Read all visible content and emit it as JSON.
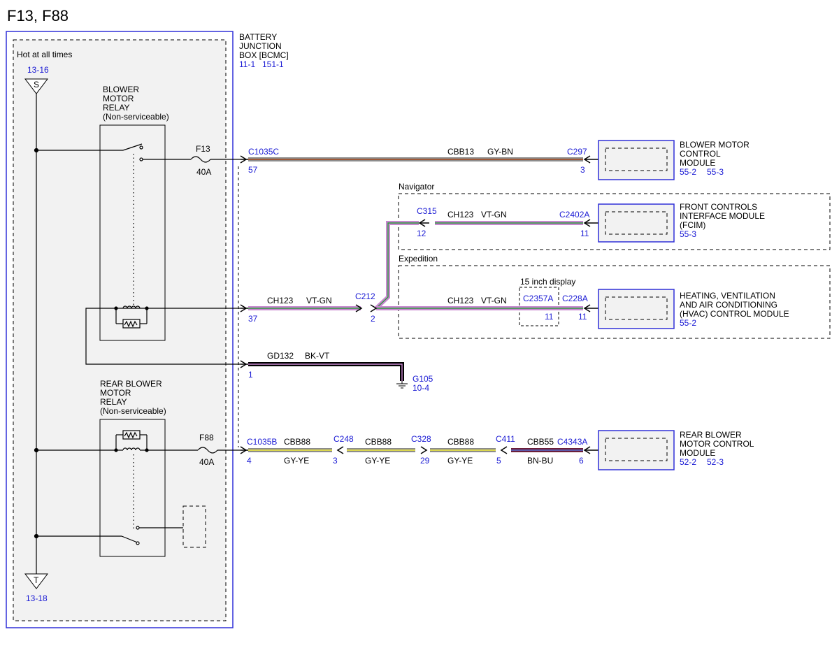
{
  "title": "F13, F88",
  "bjb": {
    "name_lines": [
      "BATTERY",
      "JUNCTION",
      "BOX [BCMC]"
    ],
    "refs": [
      "11-1",
      "151-1"
    ],
    "hot_label": "Hot at all times",
    "s_ref": "13-16",
    "s_symbol": "S",
    "t_ref": "13-18",
    "t_symbol": "T"
  },
  "blower_relay": {
    "lines": [
      "BLOWER",
      "MOTOR",
      "RELAY",
      "(Non-serviceable)"
    ]
  },
  "rear_relay": {
    "lines": [
      "REAR BLOWER",
      "MOTOR",
      "RELAY",
      "(Non-serviceable)"
    ]
  },
  "fuses": [
    {
      "name": "F13",
      "rating": "40A"
    },
    {
      "name": "F88",
      "rating": "40A"
    }
  ],
  "groups": {
    "navigator": "Navigator",
    "expedition": "Expedition",
    "display": "15 inch display"
  },
  "connectors": {
    "c1035c": {
      "name": "C1035C",
      "pin": "57"
    },
    "c297": {
      "name": "C297",
      "pin": "3"
    },
    "c315": {
      "name": "C315",
      "pin": "12"
    },
    "c2402a": {
      "name": "C2402A",
      "pin": "11"
    },
    "bjb37": {
      "pin": "37"
    },
    "c212": {
      "name": "C212",
      "pin": "2"
    },
    "c2357a": {
      "name": "C2357A",
      "pin": "11"
    },
    "c228a": {
      "name": "C228A",
      "pin": "11"
    },
    "bjb1": {
      "pin": "1"
    },
    "c1035b": {
      "name": "C1035B",
      "pin": "4"
    },
    "c248": {
      "name": "C248",
      "pin": "3"
    },
    "c328": {
      "name": "C328",
      "pin": "29"
    },
    "c411": {
      "name": "C411",
      "pin": "5"
    },
    "c4343a": {
      "name": "C4343A",
      "pin": "6"
    }
  },
  "wires": {
    "cbb13": {
      "circuit": "CBB13",
      "color": "GY-BN"
    },
    "ch123_nav": {
      "circuit": "CH123",
      "color": "VT-GN"
    },
    "ch123_bjb": {
      "circuit": "CH123",
      "color": "VT-GN"
    },
    "ch123_exp": {
      "circuit": "CH123",
      "color": "VT-GN"
    },
    "gd132": {
      "circuit": "GD132",
      "color": "BK-VT"
    },
    "cbb88_a": {
      "circuit": "CBB88",
      "color": "GY-YE"
    },
    "cbb88_b": {
      "circuit": "CBB88",
      "color": "GY-YE"
    },
    "cbb88_c": {
      "circuit": "CBB88",
      "color": "GY-YE"
    },
    "cbb55": {
      "circuit": "CBB55",
      "color": "BN-BU"
    }
  },
  "ground": {
    "name": "G105",
    "ref": "10-4"
  },
  "modules": {
    "bmcm": {
      "lines": [
        "BLOWER MOTOR",
        "CONTROL",
        "MODULE"
      ],
      "refs": [
        "55-2",
        "55-3"
      ]
    },
    "fcim": {
      "lines": [
        "FRONT CONTROLS",
        "INTERFACE MODULE",
        "(FCIM)"
      ],
      "refs": [
        "55-3"
      ]
    },
    "hvac": {
      "lines": [
        "HEATING, VENTILATION",
        "AND AIR CONDITIONING",
        "(HVAC) CONTROL MODULE"
      ],
      "refs": [
        "55-2"
      ]
    },
    "rbmcm": {
      "lines": [
        "REAR BLOWER",
        "MOTOR CONTROL",
        "MODULE"
      ],
      "refs": [
        "52-2",
        "52-3"
      ]
    }
  },
  "colors": {
    "link_blue": "#1a1ad4",
    "gray": "#8c8c8c",
    "brown": "#a0522d",
    "violet": "#c887d0",
    "green": "#2e9b3e",
    "black": "#000000",
    "yellow": "#e6e048",
    "dark_brown": "#6b1f3a",
    "panel_fill": "#f2f2f2"
  }
}
